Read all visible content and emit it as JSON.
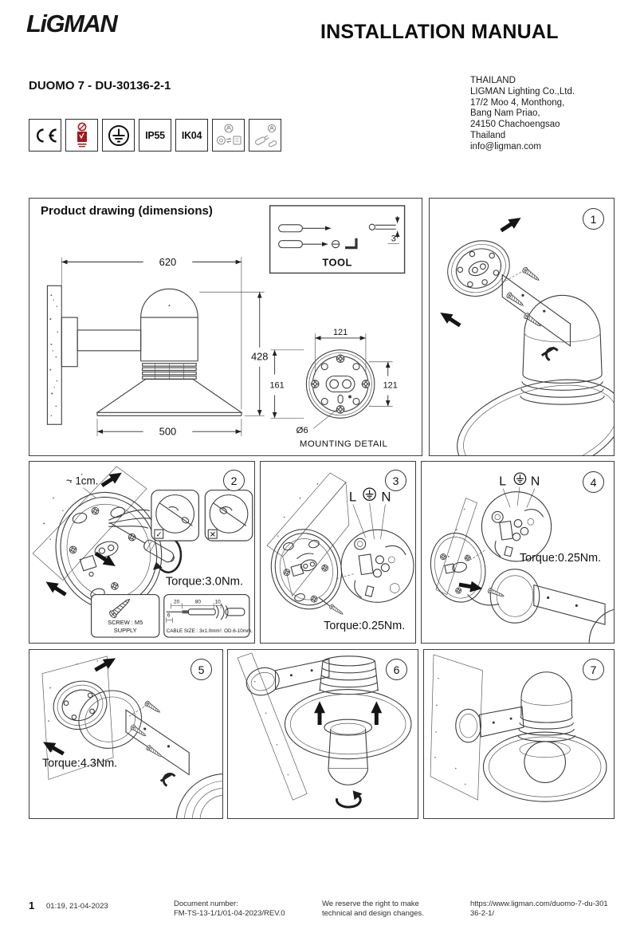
{
  "header": {
    "logo": "LiGMAN",
    "title": "INSTALLATION MANUAL",
    "product_code": "DUOMO 7 - DU-30136-2-1",
    "address": [
      "THAILAND",
      "LIGMAN Lighting Co.,Ltd.",
      "17/2 Moo 4, Monthong,",
      "Bang Nam Priao,",
      "24150 Chachoengsao",
      "Thailand",
      "info@ligman.com"
    ]
  },
  "certifications": {
    "ip_rating": "IP55",
    "ik_rating": "IK04",
    "icons": [
      "ce-mark",
      "thai-quality-mark",
      "protective-earth-class",
      "ip-rating",
      "ik-rating",
      "replaceable-light-source",
      "serviceable-luminaire"
    ]
  },
  "product_drawing": {
    "title": "Product drawing (dimensions)",
    "tool": {
      "label": "TOOL",
      "hex_size": "3"
    },
    "dimensions": {
      "width": "620",
      "height": "428",
      "shade_diameter": "500"
    },
    "mounting_detail": {
      "label": "MOUNTING DETAIL",
      "dim_top": "121",
      "dim_left": "161",
      "dim_right": "121",
      "hole": "Ø6"
    }
  },
  "steps": {
    "s1": {
      "num": "1"
    },
    "s2": {
      "num": "2",
      "gap": "~ 1cm.",
      "torque": "Torque:3.0Nm.",
      "check": "✓",
      "cross": "✕",
      "screw_label": "SCREW : M5",
      "screw_sub": "SUPPLY",
      "cable_label": "CABLE SIZE : 3x1.0mm².  OD.6-10mm.",
      "d20": "20",
      "d80": "80",
      "d10": "10",
      "d6": "6"
    },
    "s3": {
      "num": "3",
      "live": "L",
      "neutral": "N",
      "torque": "Torque:0.25Nm."
    },
    "s4": {
      "num": "4",
      "live": "L",
      "neutral": "N",
      "torque": "Torque:0.25Nm."
    },
    "s5": {
      "num": "5",
      "torque": "Torque:4.3Nm."
    },
    "s6": {
      "num": "6"
    },
    "s7": {
      "num": "7"
    }
  },
  "footer": {
    "page_number": "1",
    "printed": "01:19, 21-04-2023",
    "doc_label": "Document number:",
    "doc_value": "FM-TS-13-1/1/01-04-2023/REV.0",
    "notice1": "We reserve the right to make",
    "notice2": "technical and design changes.",
    "url1": "https://www.ligman.com/duomo-7-du-301",
    "url2": "36-2-1/"
  }
}
